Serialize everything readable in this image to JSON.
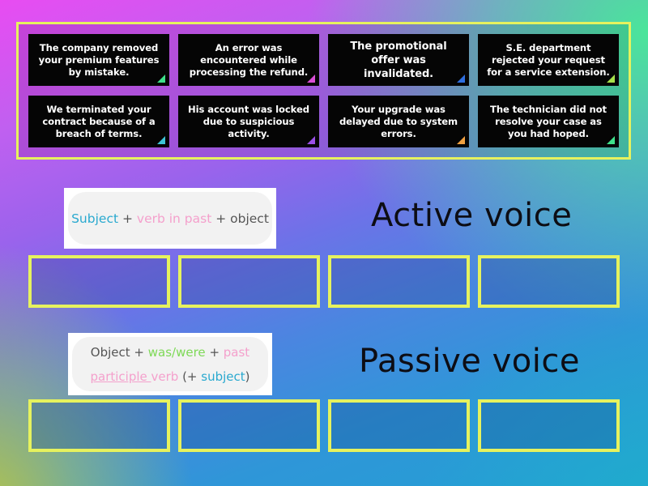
{
  "colors": {
    "frame_border": "#e6f25e",
    "card_bg": "#050505",
    "card_text": "#ffffff",
    "subject_color": "#29a9cf",
    "verb_color": "#f4a0cc",
    "was_were_color": "#7ed957",
    "object_color": "#555555"
  },
  "cards": [
    {
      "text": "The company removed your premium features by mistake.",
      "corner_color": "#3ee08a"
    },
    {
      "text": "An error was encountered while processing the refund.",
      "corner_color": "#d94fd6"
    },
    {
      "text": "The promotional offer was invalidated.",
      "corner_color": "#2f6fe0"
    },
    {
      "text": "S.E. department rejected your request for a service extension.",
      "corner_color": "#a6e04a"
    },
    {
      "text": "We terminated your contract because of a breach of terms.",
      "corner_color": "#3ec4d6"
    },
    {
      "text": "His account was locked due to suspicious activity.",
      "corner_color": "#9a4fe6"
    },
    {
      "text": "Your upgrade was delayed due to system errors.",
      "corner_color": "#f0a040"
    },
    {
      "text": "The technician did not resolve your case as you had hoped.",
      "corner_color": "#3ee08a"
    }
  ],
  "groups": {
    "active": {
      "heading": "Active voice",
      "hint": {
        "subject": "Subject",
        "plus1": " + ",
        "verb": "verb in past",
        "plus2": " + ",
        "object": "object"
      },
      "slots": 4
    },
    "passive": {
      "heading": "Passive voice",
      "hint": {
        "object": "Object",
        "plus1": " + ",
        "was_were": "was/were",
        "plus2": " + ",
        "past": "past",
        "participle": "participle ",
        "verb": "verb",
        "paren_open": " (+ ",
        "subject": "subject",
        "paren_close": ")"
      },
      "slots": 4
    }
  }
}
